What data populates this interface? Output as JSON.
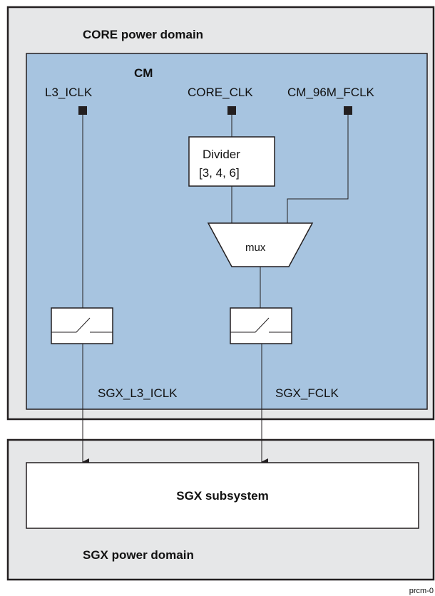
{
  "diagram": {
    "core_domain_label": "CORE power domain",
    "cm_label": "CM",
    "clocks": {
      "l3_iclk": "L3_ICLK",
      "core_clk": "CORE_CLK",
      "cm_96m_fclk": "CM_96M_FCLK"
    },
    "divider": {
      "line1": "Divider",
      "line2": "[3, 4, 6]"
    },
    "mux_label": "mux",
    "outputs": {
      "sgx_l3_iclk": "SGX_L3_ICLK",
      "sgx_fclk": "SGX_FCLK"
    },
    "sgx_subsystem_label": "SGX subsystem",
    "sgx_domain_label": "SGX power domain",
    "figure_id": "prcm-0"
  },
  "colors": {
    "domain_fill": "#e6e7e8",
    "cm_fill": "#a7c4e0",
    "border": "#231f20",
    "box_fill": "#ffffff"
  }
}
